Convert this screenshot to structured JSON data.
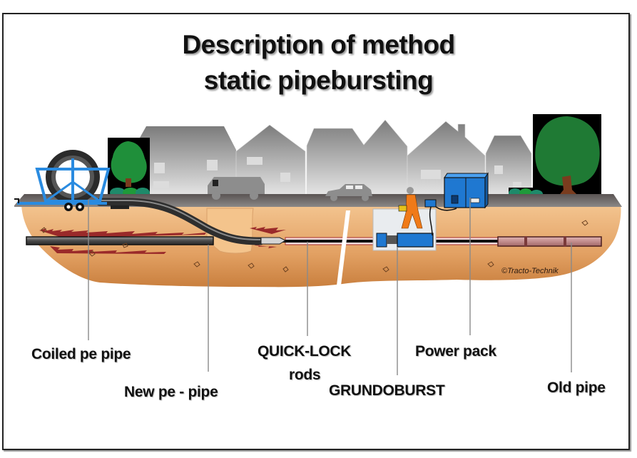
{
  "title": {
    "line1": "Description of method",
    "line2": "static pipebursting"
  },
  "labels": {
    "coiled_pe_pipe": "Coiled pe pipe",
    "new_pe_pipe": "New pe - pipe",
    "quick_lock_line1": "QUICK-LOCK",
    "quick_lock_line2": "rods",
    "grundoburst": "GRUNDOBURST",
    "power_pack": "Power pack",
    "old_pipe": "Old pipe"
  },
  "credit": "©Tracto-Technik",
  "colors": {
    "soil": "#e6a86a",
    "road": "#6e6a68",
    "house": "#9a9a9a",
    "equipment_blue": "#1f78d1",
    "trailer_blue": "#2a8be0",
    "tree_green": "#1f7a34",
    "worker_orange": "#f07a18",
    "old_pipe": "#c99090",
    "new_pipe": "#5b5b5b"
  }
}
